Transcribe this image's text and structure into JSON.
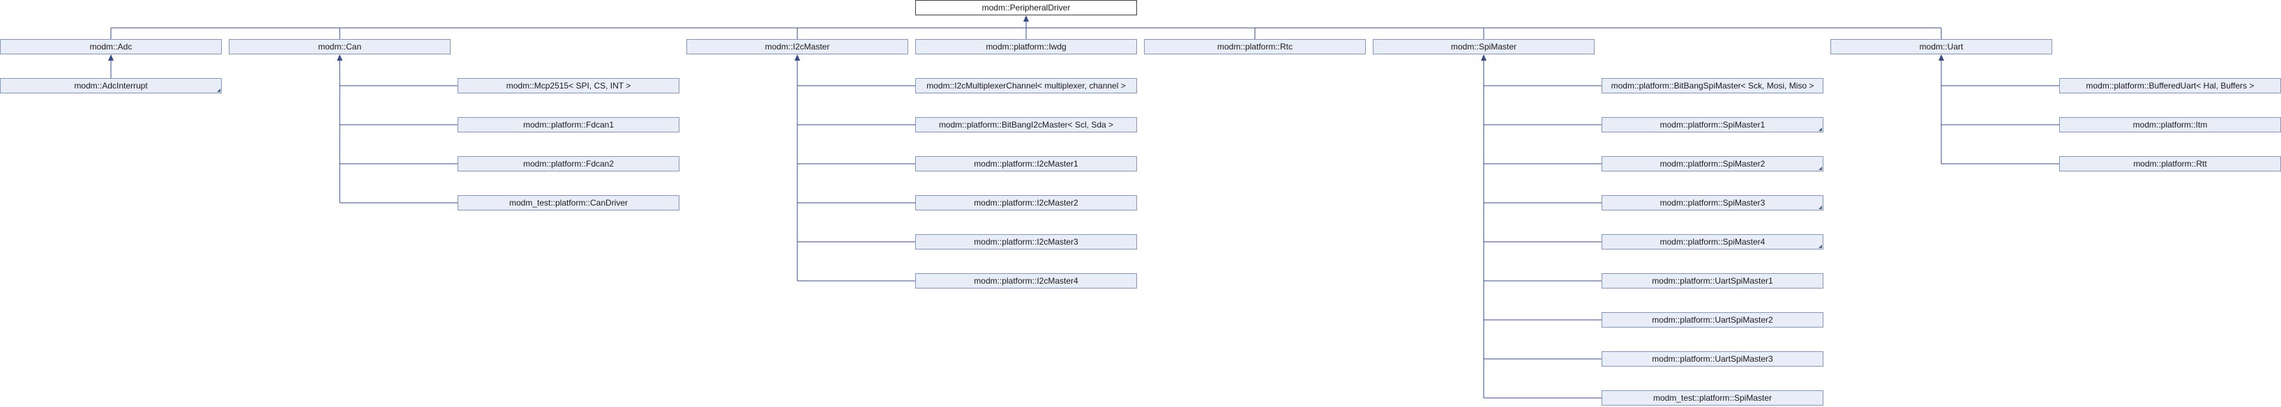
{
  "nodes": {
    "root": "modm::PeripheralDriver",
    "adc": "modm::Adc",
    "can": "modm::Can",
    "i2c_master": "modm::I2cMaster",
    "iwdg": "modm::platform::Iwdg",
    "rtc": "modm::platform::Rtc",
    "spi_master": "modm::SpiMaster",
    "uart": "modm::Uart",
    "adc_interrupt": "modm::AdcInterrupt",
    "mcp2515": "modm::Mcp2515< SPI, CS, INT >",
    "fdcan1": "modm::platform::Fdcan1",
    "fdcan2": "modm::platform::Fdcan2",
    "can_driver": "modm_test::platform::CanDriver",
    "i2c_mux_channel": "modm::I2cMultiplexerChannel< multiplexer, channel >",
    "bitbang_i2c": "modm::platform::BitBangI2cMaster< Scl, Sda >",
    "i2c_master1": "modm::platform::I2cMaster1",
    "i2c_master2": "modm::platform::I2cMaster2",
    "i2c_master3": "modm::platform::I2cMaster3",
    "i2c_master4": "modm::platform::I2cMaster4",
    "bitbang_spi": "modm::platform::BitBangSpiMaster< Sck, Mosi, Miso >",
    "spi_master1": "modm::platform::SpiMaster1",
    "spi_master2": "modm::platform::SpiMaster2",
    "spi_master3": "modm::platform::SpiMaster3",
    "spi_master4": "modm::platform::SpiMaster4",
    "uart_spi_master1": "modm::platform::UartSpiMaster1",
    "uart_spi_master2": "modm::platform::UartSpiMaster2",
    "uart_spi_master3": "modm::platform::UartSpiMaster3",
    "test_spi_master": "modm_test::platform::SpiMaster",
    "buffered_uart": "modm::platform::BufferedUart< Hal, Buffers >",
    "itm": "modm::platform::Itm",
    "rtt": "modm::platform::Rtt"
  },
  "colors": {
    "node_fill": "#e8edf7",
    "node_border": "#8497bd",
    "root_border": "#404040",
    "edge": "#344c8c"
  }
}
